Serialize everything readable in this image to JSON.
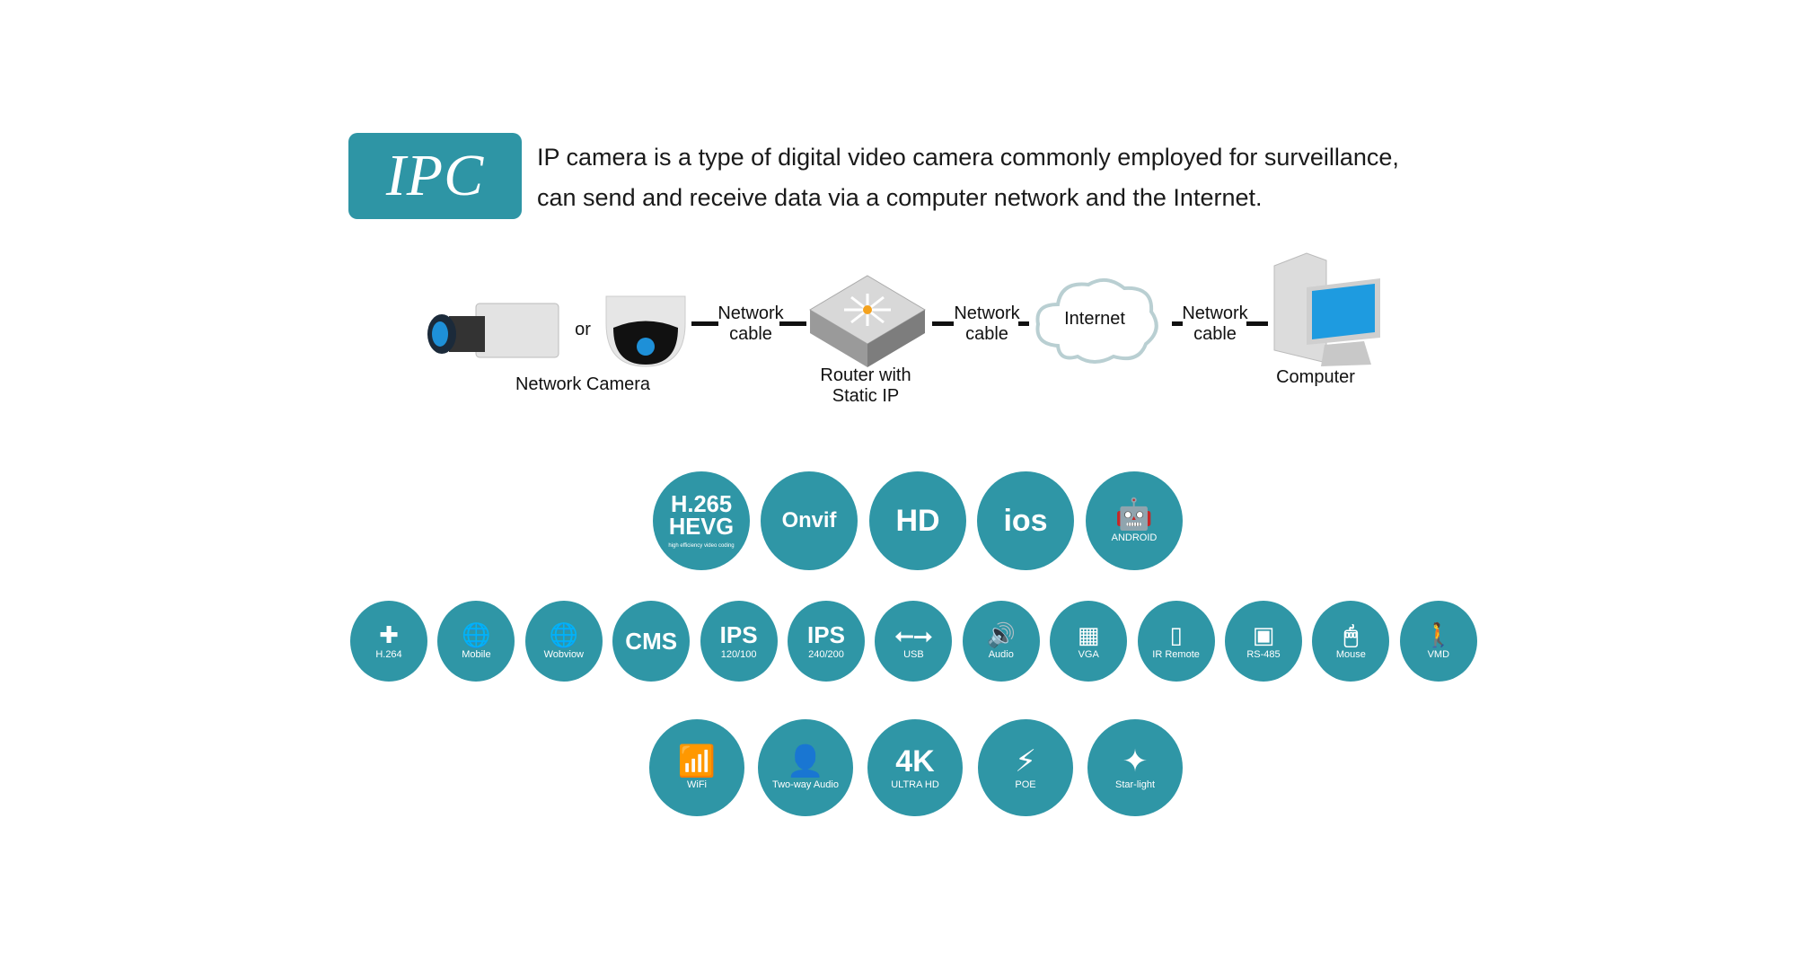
{
  "header": {
    "badge": "IPC",
    "line1": "IP camera is a type of digital video camera commonly employed for surveillance,",
    "line2": "can send and receive data via a computer network and the Internet."
  },
  "diagram": {
    "or": "or",
    "network_camera": "Network Camera",
    "cable1": [
      "Network",
      "cable"
    ],
    "router": [
      "Router with",
      "Static IP"
    ],
    "cable2": [
      "Network",
      "cable"
    ],
    "internet": "Internet",
    "cable3": [
      "Network",
      "cable"
    ],
    "computer": "Computer"
  },
  "features": {
    "row1": [
      {
        "icon": "h265-icon",
        "glyph": "H.265\nHEVG",
        "label": "high efficiency video coding"
      },
      {
        "icon": "onvif-icon",
        "glyph": "Onvif",
        "label": ""
      },
      {
        "icon": "hd-icon",
        "glyph": "HD",
        "label": ""
      },
      {
        "icon": "ios-icon",
        "glyph": "ios",
        "label": ""
      },
      {
        "icon": "android-icon",
        "glyph": "🤖",
        "label": "ANDROID"
      }
    ],
    "row2": [
      {
        "icon": "h264-icon",
        "glyph": "✚",
        "label": "H.264"
      },
      {
        "icon": "mobile-icon",
        "glyph": "🌐",
        "label": "Mobile"
      },
      {
        "icon": "webview-icon",
        "glyph": "🌐",
        "label": "Wobviow"
      },
      {
        "icon": "cms-icon",
        "glyph": "CMS",
        "label": ""
      },
      {
        "icon": "ips-monitor-icon",
        "glyph": "IPS",
        "label": "120/100"
      },
      {
        "icon": "ips-monitor-icon",
        "glyph": "IPS",
        "label": "240/200"
      },
      {
        "icon": "usb-icon",
        "glyph": "⭠⭢",
        "label": "USB"
      },
      {
        "icon": "audio-icon",
        "glyph": "🔊",
        "label": "Audio"
      },
      {
        "icon": "vga-icon",
        "glyph": "▦",
        "label": "VGA"
      },
      {
        "icon": "ir-remote-icon",
        "glyph": "▯",
        "label": "IR Remote"
      },
      {
        "icon": "rs485-icon",
        "glyph": "▣",
        "label": "RS-485"
      },
      {
        "icon": "mouse-icon",
        "glyph": "🖱",
        "label": "Mouse"
      },
      {
        "icon": "vmd-icon",
        "glyph": "🚶",
        "label": "VMD"
      }
    ],
    "row3": [
      {
        "icon": "wifi-icon",
        "glyph": "📶",
        "label": "WiFi"
      },
      {
        "icon": "two-way-audio-icon",
        "glyph": "👤",
        "label": "Two-way Audio"
      },
      {
        "icon": "4k-icon",
        "glyph": "4K",
        "label": "ULTRA HD"
      },
      {
        "icon": "poe-icon",
        "glyph": "⚡",
        "label": "POE"
      },
      {
        "icon": "starlight-icon",
        "glyph": "✦",
        "label": "Star-light"
      }
    ]
  },
  "colors": {
    "accent": "#2f96a6"
  }
}
